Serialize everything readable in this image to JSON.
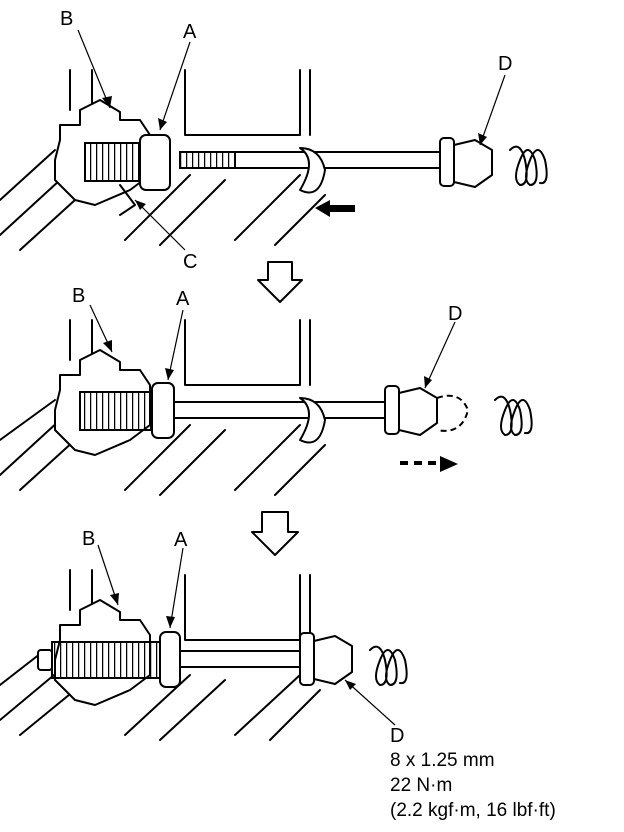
{
  "labels": {
    "a": "A",
    "b": "B",
    "c": "C",
    "d": "D"
  },
  "spec": {
    "size": "8 x 1.25 mm",
    "torque_nm": "22 N·m",
    "torque_alt": "(2.2 kgf·m, 16 lbf·ft)"
  },
  "icons": [
    "arrow-down-outline-icon",
    "arrow-left-icon",
    "arrow-right-dashed-icon",
    "rotation-coil-icon"
  ],
  "colors": {
    "line": "#000000",
    "background": "#ffffff"
  }
}
